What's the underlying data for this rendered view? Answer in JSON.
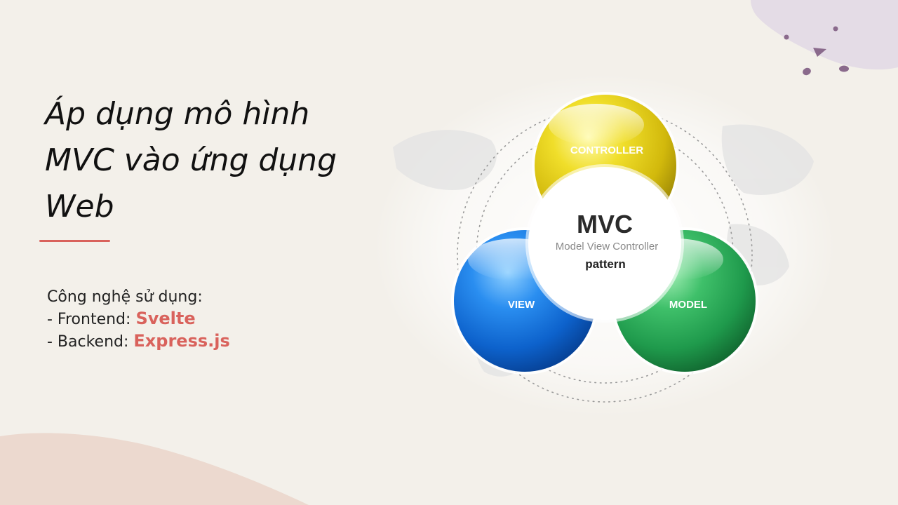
{
  "slide": {
    "title_lines": [
      "Áp dụng mô hình",
      "MVC vào ứng dụng",
      "Web"
    ],
    "tech_heading": "Công nghệ sử dụng:",
    "frontend_label": "- Frontend: ",
    "frontend_value": "Svelte",
    "backend_label": "- Backend: ",
    "backend_value": "Express.js"
  },
  "diagram": {
    "controller_label": "CONTROLLER",
    "view_label": "VIEW",
    "model_label": "MODEL",
    "center_title": "MVC",
    "center_subtitle": "Model View Controller",
    "center_pattern": "pattern"
  },
  "colors": {
    "background": "#f3f0ea",
    "accent": "#d9625c",
    "controller": "#e8d21a",
    "view": "#1a7be6",
    "model": "#27b25f",
    "blob_top_right": "#e4dce6",
    "blob_bottom_left": "#ecd9cf",
    "dots": "#8a6a8c"
  }
}
